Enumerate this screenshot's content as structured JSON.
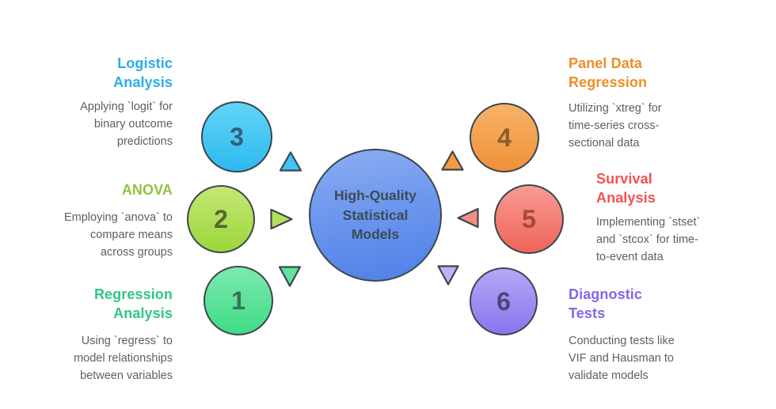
{
  "background_color": "#ffffff",
  "stroke_color": "#3c464e",
  "body_text_color": "#5b6065",
  "center": {
    "lines": [
      "High-Quality",
      "Statistical",
      "Models"
    ],
    "fill_top": "#8dadf1",
    "fill_bottom": "#4f80e8",
    "text_color": "#3d4b55"
  },
  "items": [
    {
      "number": "1",
      "heading_lines": [
        "Regression",
        "Analysis"
      ],
      "description_lines": [
        "Using `regress` to",
        "model relationships",
        "between variables"
      ],
      "accent_color": "#2ec783",
      "circle_fill_top": "#7ce9af",
      "circle_fill_bottom": "#3fdc86",
      "number_color": "#37715a",
      "arrow_color": "#5fe49c",
      "arrow_direction": "down",
      "side": "left"
    },
    {
      "number": "2",
      "heading_lines": [
        "ANOVA"
      ],
      "description_lines": [
        "Employing `anova` to",
        "compare means",
        "across groups"
      ],
      "accent_color": "#8fc43c",
      "circle_fill_top": "#c3e873",
      "circle_fill_bottom": "#9cd63d",
      "number_color": "#56682f",
      "arrow_color": "#b5e05e",
      "arrow_direction": "right",
      "side": "left"
    },
    {
      "number": "3",
      "heading_lines": [
        "Logistic",
        "Analysis"
      ],
      "description_lines": [
        "Applying `logit` for",
        "binary outcome",
        "predictions"
      ],
      "accent_color": "#2bacea",
      "circle_fill_top": "#63d4f6",
      "circle_fill_bottom": "#2db9ef",
      "number_color": "#32607a",
      "arrow_color": "#3fc4f3",
      "arrow_direction": "up",
      "side": "left"
    },
    {
      "number": "4",
      "heading_lines": [
        "Panel Data",
        "Regression"
      ],
      "description_lines": [
        "Utilizing `xtreg` for",
        "time-series cross-",
        "sectional data"
      ],
      "accent_color": "#ee8d26",
      "circle_fill_top": "#f8b269",
      "circle_fill_bottom": "#ef9138",
      "number_color": "#8a5f2d",
      "arrow_color": "#f49b43",
      "arrow_direction": "up",
      "side": "right"
    },
    {
      "number": "5",
      "heading_lines": [
        "Survival",
        "Analysis"
      ],
      "description_lines": [
        "Implementing `stset`",
        "and `stcox` for time-",
        "to-event data"
      ],
      "accent_color": "#f05350",
      "circle_fill_top": "#f79b92",
      "circle_fill_bottom": "#ef655a",
      "number_color": "#a84540",
      "arrow_color": "#f58d84",
      "arrow_direction": "left",
      "side": "right"
    },
    {
      "number": "6",
      "heading_lines": [
        "Diagnostic",
        "Tests"
      ],
      "description_lines": [
        "Conducting tests like",
        "VIF and Hausman to",
        "validate models"
      ],
      "accent_color": "#8566e9",
      "circle_fill_top": "#b6a7f4",
      "circle_fill_bottom": "#8a75ed",
      "number_color": "#4e4579",
      "arrow_color": "#c0b2f5",
      "arrow_direction": "down",
      "side": "right"
    }
  ]
}
